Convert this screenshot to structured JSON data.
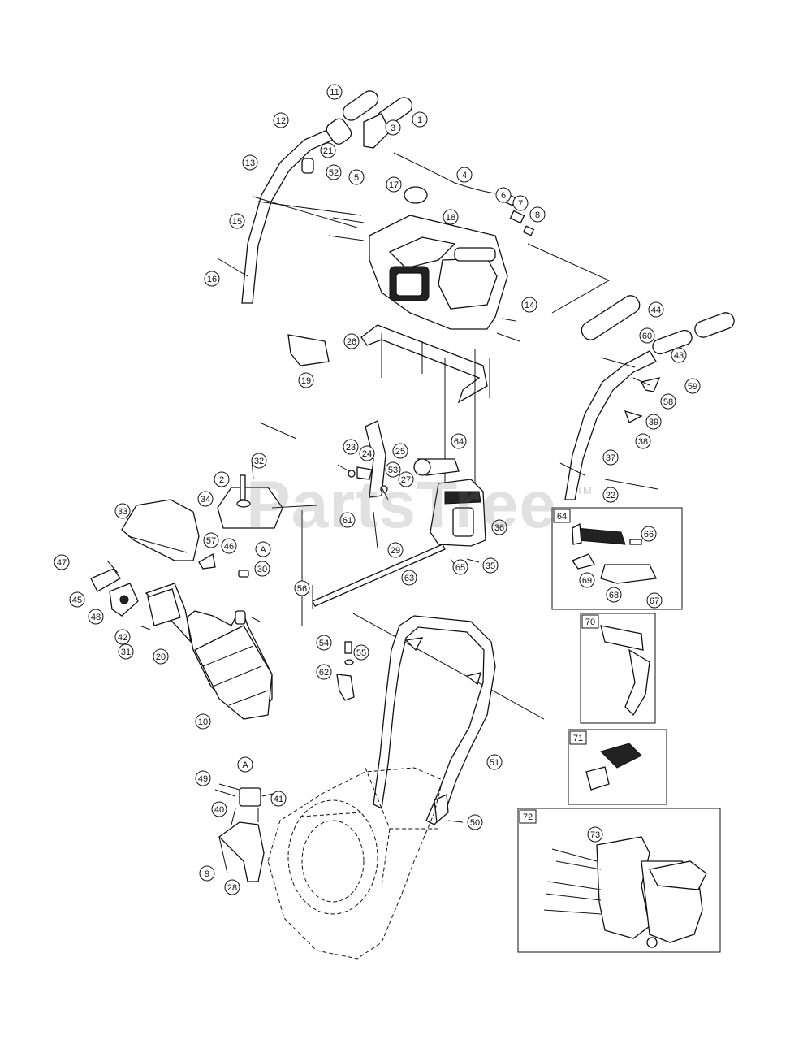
{
  "watermark": {
    "text": "PartsTree",
    "tm": "TM"
  },
  "inset_boxes": [
    {
      "id": "box-64",
      "label": "64"
    },
    {
      "id": "box-70",
      "label": "70"
    },
    {
      "id": "box-71",
      "label": "71"
    },
    {
      "id": "box-72",
      "label": "72"
    }
  ],
  "callouts": [
    "1",
    "2",
    "3",
    "4",
    "5",
    "6",
    "7",
    "8",
    "9",
    "10",
    "11",
    "12",
    "13",
    "14",
    "15",
    "16",
    "17",
    "18",
    "19",
    "20",
    "21",
    "22",
    "23",
    "24",
    "25",
    "26",
    "27",
    "28",
    "29",
    "30",
    "31",
    "32",
    "33",
    "34",
    "35",
    "36",
    "37",
    "38",
    "39",
    "40",
    "41",
    "42",
    "43",
    "44",
    "45",
    "46",
    "47",
    "48",
    "49",
    "50",
    "51",
    "52",
    "53",
    "54",
    "55",
    "56",
    "57",
    "58",
    "59",
    "60",
    "61",
    "62",
    "63",
    "64",
    "65",
    "66",
    "67",
    "68",
    "69",
    "70",
    "71",
    "72",
    "73",
    "A"
  ]
}
